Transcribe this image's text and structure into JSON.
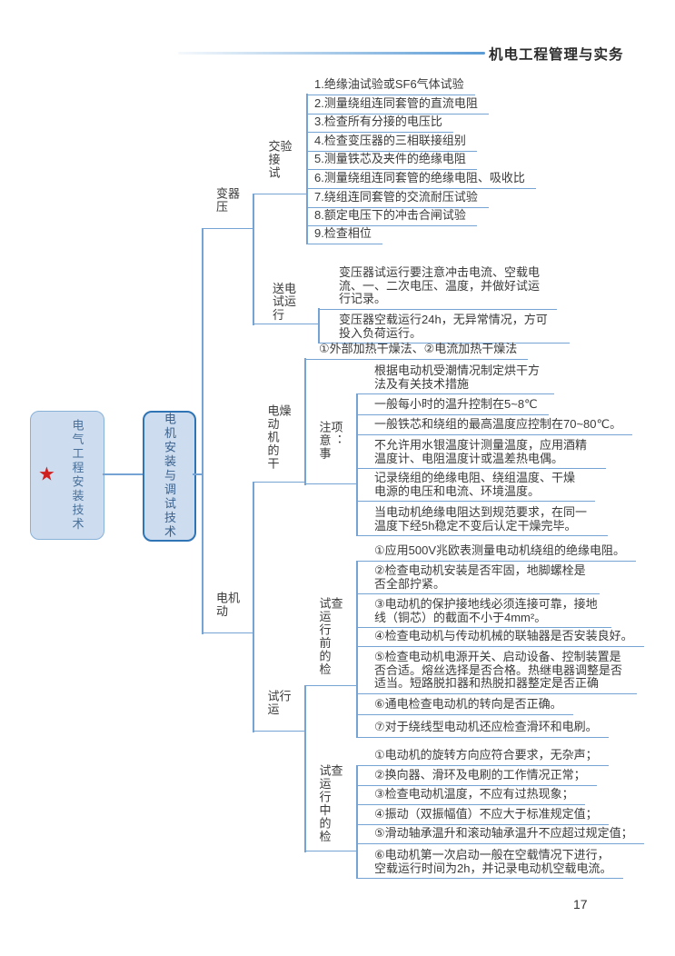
{
  "header": {
    "book_title": "机电工程管理与实务"
  },
  "page_number": "17",
  "icons": {
    "star": "★"
  },
  "colors": {
    "connector": "#74a3d4",
    "box_fill": "#cddcee",
    "root_box_border": "#88b1d8",
    "topic_box_border": "#2f74b5",
    "box_text": "#48709a",
    "star_red": "#cf2020",
    "header_accent": "#5b9bd5",
    "text": "#3a3a3a"
  },
  "mindmap": {
    "root": {
      "label": "电气工程安装技术"
    },
    "main_topic": {
      "label": "电机安装与调试技术"
    },
    "transformer": {
      "label": "变压器",
      "handover_test": {
        "label": "交接试验",
        "items": [
          "1.绝缘油试验或SF6气体试验",
          "2.测量绕组连同套管的直流电阻",
          "3.检查所有分接的电压比",
          "4.检查变压器的三相联接组别",
          "5.测量铁芯及夹件的绝缘电阻",
          "6.测量绕组连同套管的绝缘电阻、吸收比",
          "7.绕组连同套管的交流耐压试验",
          "8.额定电压下的冲击合闸试验",
          "9.检查相位"
        ]
      },
      "energize_trial_run": {
        "label": "送电试运行",
        "items": [
          "变压器试运行要注意冲击电流、空载电流、一、二次电压、温度，并做好试运行记录。",
          "变压器空载运行24h，无异常情况，方可投入负荷运行。"
        ]
      }
    },
    "motor": {
      "label": "电动机",
      "drying": {
        "label": "电动机的干燥",
        "methods": "①外部加热干燥法、②电流加热干燥法",
        "notes": {
          "label": "注意事项：",
          "items": [
            "根据电动机受潮情况制定烘干方法及有关技术措施",
            "一般每小时的温升控制在5~8℃",
            "一般铁芯和绕组的最高温度应控制在70~80℃。",
            "不允许用水银温度计测量温度，应用酒精温度计、电阻温度计或温差热电偶。",
            "记录绕组的绝缘电阻、绕组温度、干燥电源的电压和电流、环境温度。",
            "当电动机绝缘电阻达到规范要求，在同一温度下经5h稳定不变后认定干燥完毕。"
          ]
        }
      },
      "trial_run": {
        "label": "试运行",
        "pre_check": {
          "label": "试运行前的检查",
          "items": [
            "①应用500V兆欧表测量电动机绕组的绝缘电阻。",
            "②检查电动机安装是否牢固，地脚螺栓是否全部拧紧。",
            "③电动机的保护接地线必须连接可靠，接地线（铜芯）的截面不小于4mm²。",
            "④检查电动机与传动机械的联轴器是否安装良好。",
            "⑤检查电动机电源开关、启动设备、控制装置是否合适。熔丝选择是否合格。热继电器调整是否适当。短路脱扣器和热脱扣器整定是否正确",
            "⑥通电检查电动机的转向是否正确。",
            "⑦对于绕线型电动机还应检查滑环和电刷。"
          ]
        },
        "during_check": {
          "label": "试运行中的检查",
          "items": [
            "①电动机的旋转方向应符合要求，无杂声；",
            "②换向器、滑环及电刷的工作情况正常；",
            "③检查电动机温度，不应有过热现象；",
            "④振动（双振幅值）不应大于标准规定值；",
            "⑤滑动轴承温升和滚动轴承温升不应超过规定值；",
            "⑥电动机第一次启动一般在空载情况下进行，空载运行时间为2h，并记录电动机空载电流。"
          ]
        }
      }
    }
  }
}
